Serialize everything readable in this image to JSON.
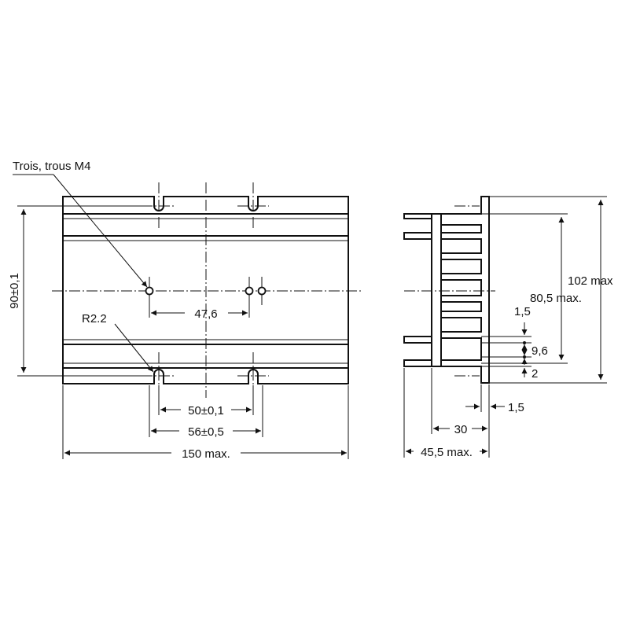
{
  "front_view": {
    "label_holes": "Trois, trous M4",
    "label_radius": "R2.2",
    "dim_height": "90±0,1",
    "dim_hole_spacing": "47,6",
    "dim_slot_inner": "50±0,1",
    "dim_slot_outer": "56±0,5",
    "dim_width": "150 max."
  },
  "side_view": {
    "dim_height_total": "102 max",
    "dim_height_inner": "80,5 max.",
    "dim_fin_gap": "1,5",
    "dim_fin_pitch": "9,6",
    "dim_tab": "2",
    "dim_plate": "1,5",
    "dim_core": "30",
    "dim_depth": "45,5 max."
  },
  "colors": {
    "ink": "#111111",
    "paper": "#ffffff"
  }
}
